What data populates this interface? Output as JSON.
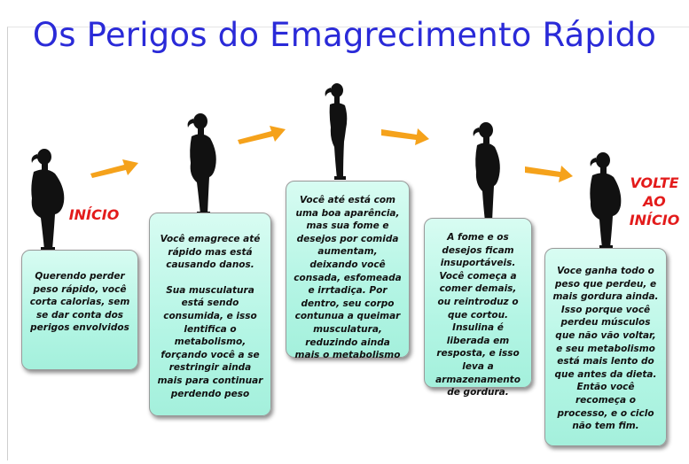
{
  "title": "Os Perigos do Emagrecimento Rápido",
  "labels": {
    "start": "INÍCIO",
    "back_line1": "VOLTE",
    "back_line2": "AO",
    "back_line3": "INÍCIO"
  },
  "colors": {
    "title": "#2a2ad8",
    "arrow": "#f5a21b",
    "red_label": "#e31b1b",
    "box_fill": "#b3f5e4",
    "silhouette": "#111111"
  },
  "icons": {
    "silhouette": "woman-silhouette-icon",
    "arrow": "arrow-right-icon"
  },
  "steps": [
    {
      "paragraphs": [
        "Querendo perder peso rápido, você corta calorias, sem se dar conta dos perigos envolvidos"
      ]
    },
    {
      "paragraphs": [
        "Você emagrece até rápido mas está causando danos.",
        "Sua musculatura está sendo consumida, e isso lentifica o metabolismo, forçando você a se restringir ainda mais para continuar perdendo peso"
      ]
    },
    {
      "paragraphs": [
        "Você até está com uma boa aparência, mas sua fome e desejos por comida aumentam, deixando você consada, esfomeada e irrtadiça. Por dentro, seu corpo contunua a queimar musculatura, reduzindo ainda mais o metabolismo"
      ]
    },
    {
      "paragraphs": [
        "A fome e os desejos ficam insuportáveis. Você começa a comer demais, ou reintroduz o que cortou. Insulina é liberada em resposta, e isso leva a armazenamento de gordura."
      ]
    },
    {
      "paragraphs": [
        "Voce ganha todo o peso que perdeu, e mais gordura ainda. Isso porque você perdeu músculos que não vão voltar, e seu metabolismo está mais lento do que antes da dieta. Então você recomeça o processo, e o ciclo não tem fim."
      ]
    }
  ]
}
